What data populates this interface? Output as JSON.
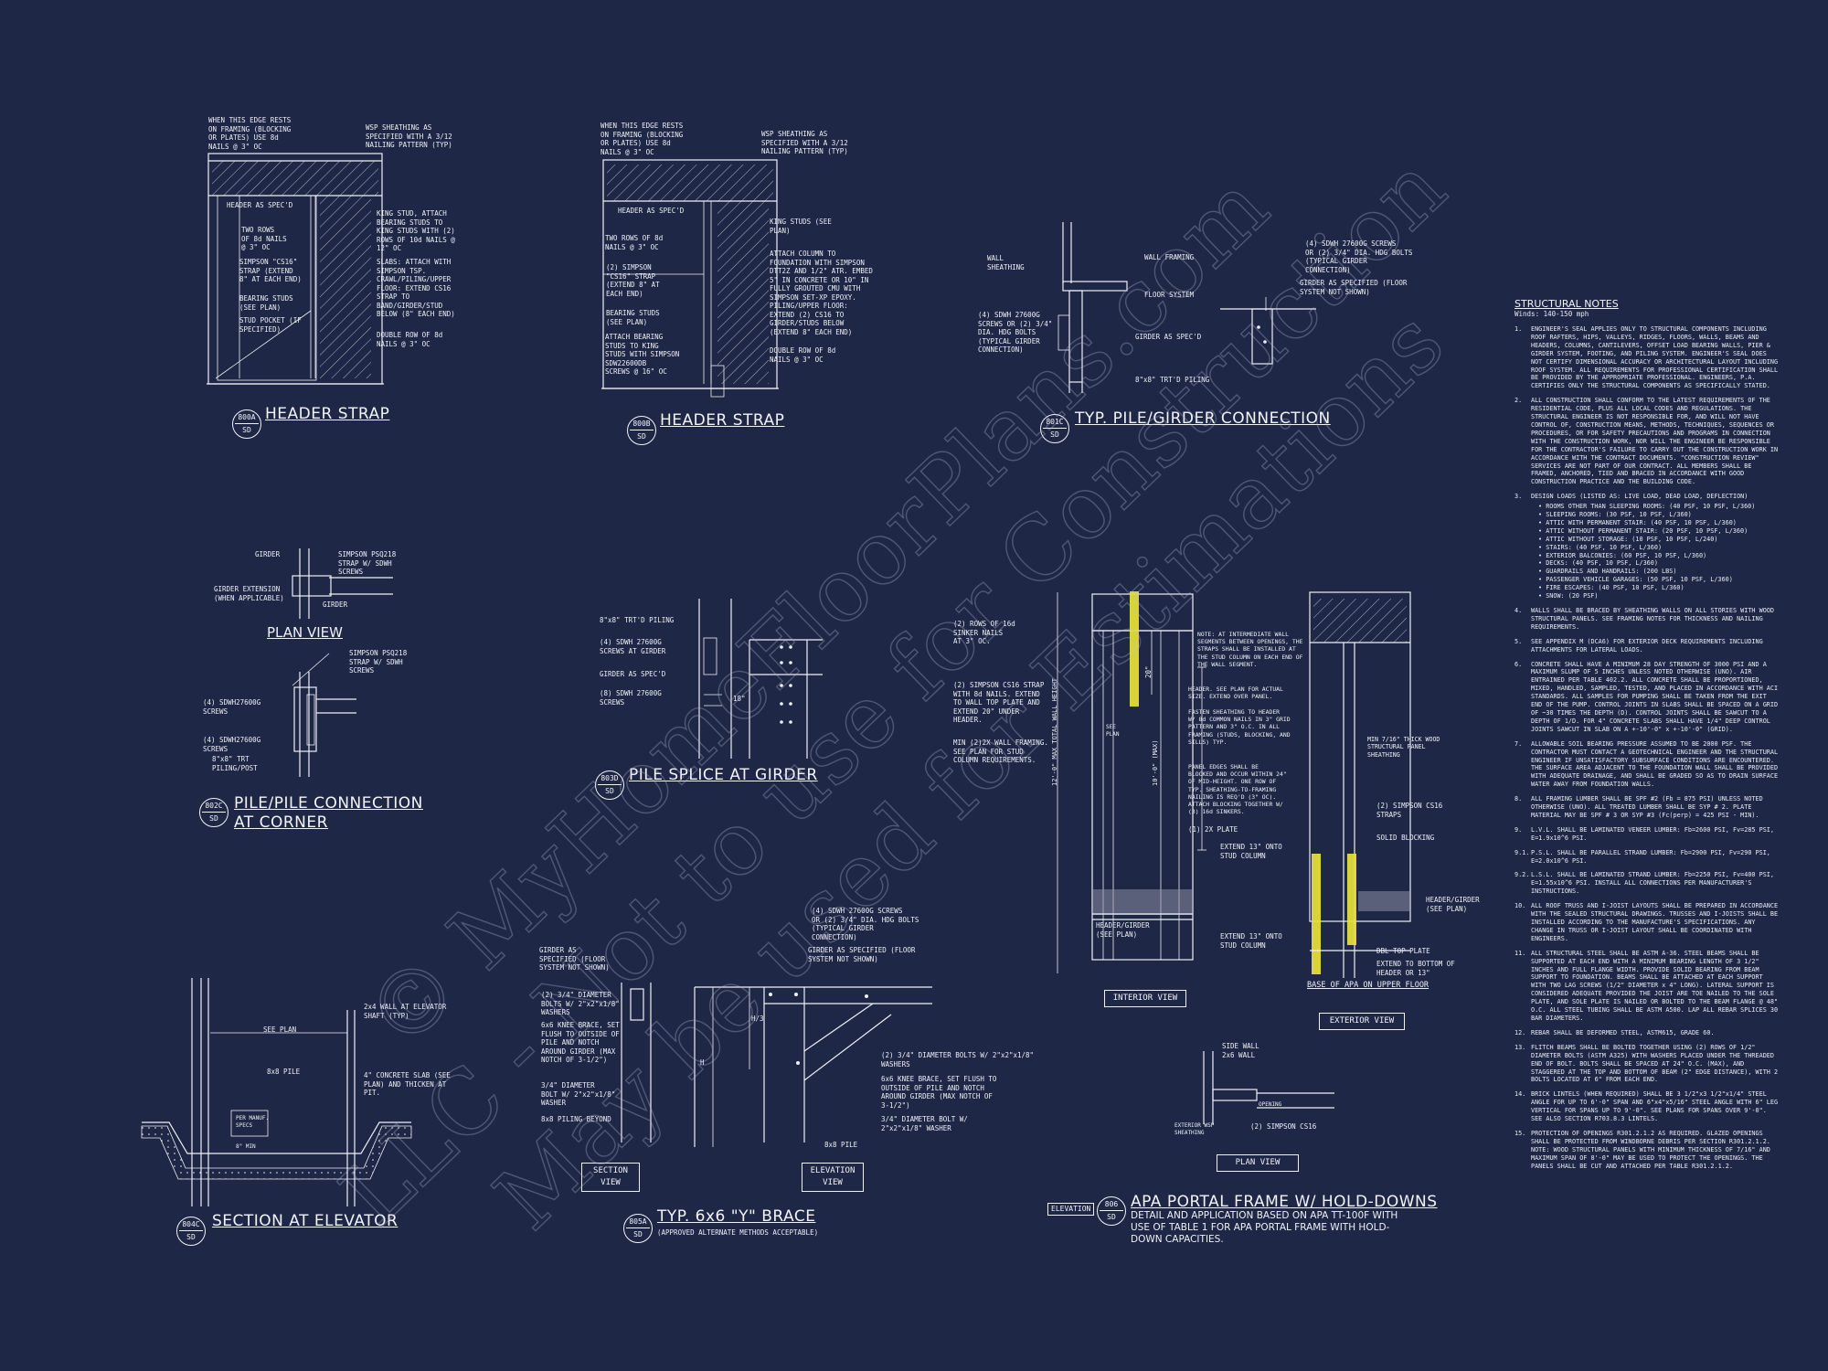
{
  "colors": {
    "background": "#1f2746",
    "linework": "#eef1f7",
    "highlight": "#e8e23a",
    "watermark": "#b4bdd6"
  },
  "watermark": {
    "lines": [
      "© MyHomeFloorPlans.com",
      "LLC - Not to use for Construction",
      "May be used for Estimations"
    ]
  },
  "details": {
    "d800a": {
      "title": "HEADER STRAP",
      "num": "800A",
      "sheet": "SD",
      "callouts": [
        "WHEN THIS EDGE RESTS\nON FRAMING (BLOCKING\nOR PLATES) USE 8d\nNAILS @ 3\" OC",
        "WSP SHEATHING AS\nSPECIFIED WITH A 3/12\nNAILING PATTERN (TYP)",
        "HEADER AS SPEC'D",
        "TWO ROWS\nOF 8d NAILS\n@ 3\" OC",
        "SIMPSON \"CS16\"\nSTRAP (EXTEND\n8\" AT EACH END)",
        "BEARING STUDS\n(SEE PLAN)",
        "STUD POCKET (IF\nSPECIFIED)",
        "KING STUD, ATTACH\nBEARING STUDS TO\nKING STUDS WITH (2)\nROWS OF 10d NAILS @\n12\" OC",
        "SLABS: ATTACH WITH\nSIMPSON TSP.\nCRAWL/PILING/UPPER\nFLOOR: EXTEND CS16\nSTRAP TO\nBAND/GIRDER/STUD\nBELOW (8\" EACH END)",
        "DOUBLE ROW OF 8d\nNAILS @ 3\" OC"
      ]
    },
    "d800b": {
      "title": "HEADER STRAP",
      "num": "800B",
      "sheet": "SD",
      "callouts": [
        "WHEN THIS EDGE RESTS\nON FRAMING (BLOCKING\nOR PLATES) USE 8d\nNAILS @ 3\" OC",
        "WSP SHEATHING AS\nSPECIFIED WITH A 3/12\nNAILING PATTERN (TYP)",
        "HEADER AS SPEC'D",
        "TWO ROWS OF 8d\nNAILS @ 3\" OC",
        "(2) SIMPSON\n\"CS16\" STRAP\n(EXTEND 8\" AT\nEACH END)",
        "BEARING STUDS\n(SEE PLAN)",
        "ATTACH BEARING\nSTUDS TO KING\nSTUDS WITH SIMPSON\nSDW22600DB\nSCREWS @ 16\" OC",
        "KING STUDS (SEE\nPLAN)",
        "ATTACH COLUMN TO\nFOUNDATION WITH SIMPSON\nDTT2Z AND 1/2\" ATR. EMBED\n5\" IN CONCRETE OR 10\" IN\nFULLY GROUTED CMU WITH\nSIMPSON SET-XP EPOXY.\nPILING/UPPER FLOOR:\nEXTEND (2) CS16 TO\nGIRDER/STUDS BELOW\n(EXTEND 8\" EACH END)",
        "DOUBLE ROW OF 8d\nNAILS @ 3\" OC"
      ]
    },
    "d801c": {
      "title": "TYP. PILE/GIRDER CONNECTION",
      "num": "801C",
      "sheet": "SD",
      "callouts": [
        "WALL\nSHEATHING",
        "WALL FRAMING",
        "FLOOR SYSTEM",
        "(4) SDWH 27600G\nSCREWS OR (2) 3/4\"\nDIA. HDG BOLTS\n(TYPICAL GIRDER\nCONNECTION)",
        "GIRDER AS SPEC'D",
        "8\"x8\" TRT'D PILING",
        "(4) SDWH 27600G SCREWS\nOR (2) 3/4\" DIA. HDG BOLTS\n(TYPICAL GIRDER\nCONNECTION)",
        "GIRDER AS SPECIFIED (FLOOR\nSYSTEM NOT SHOWN)"
      ]
    },
    "d802c": {
      "title": "PILE/PILE CONNECTION\nAT CORNER",
      "num": "802C",
      "sheet": "SD",
      "subtitle": "PLAN VIEW",
      "callouts": [
        "GIRDER",
        "SIMPSON PSQ218\nSTRAP W/ SDWH\nSCREWS",
        "GIRDER EXTENSION\n(WHEN APPLICABLE)",
        "GIRDER",
        "SIMPSON PSQ218\nSTRAP W/ SDWH\nSCREWS",
        "(4) SDWH27600G\nSCREWS",
        "(4) SDWH27600G\nSCREWS",
        "8\"x8\" TRT\nPILING/POST"
      ]
    },
    "d803d": {
      "title": "PILE SPLICE AT GIRDER",
      "num": "803D",
      "sheet": "SD",
      "callouts": [
        "8\"x8\" TRT'D PILING",
        "(4) SDWH 27600G\nSCREWS AT GIRDER",
        "GIRDER AS SPEC'D",
        "(8) SDWH 27600G\nSCREWS",
        "18\""
      ]
    },
    "d804c": {
      "title": "SECTION AT ELEVATOR",
      "num": "804C",
      "sheet": "SD",
      "callouts": [
        "2x4 WALL AT ELEVATOR\nSHAFT (TYP)",
        "SEE PLAN",
        "8x8 PILE",
        "4\" CONCRETE SLAB (SEE\nPLAN) AND THICKEN AT\nPIT.",
        "PER MANUF.\nSPECS",
        "8\" MIN"
      ]
    },
    "d805a": {
      "title": "TYP. 6x6 \"Y\" BRACE",
      "num": "805A",
      "sheet": "SD",
      "subtitle": "(APPROVED ALTERNATE METHODS ACCEPTABLE)",
      "boxes": [
        "SECTION\nVIEW",
        "ELEVATION\nVIEW"
      ],
      "callouts": [
        "GIRDER AS\nSPECIFIED (FLOOR\nSYSTEM NOT SHOWN)",
        "(2) 3/4\" DIAMETER\nBOLTS W/ 2\"x2\"x1/8\"\nWASHERS",
        "6x6 KNEE BRACE, SET\nFLUSH TO OUTSIDE OF\nPILE AND NOTCH\nAROUND GIRDER (MAX\nNOTCH OF 3-1/2\")",
        "3/4\" DIAMETER\nBOLT W/ 2\"x2\"x1/8\"\nWASHER",
        "8x8 PILING BEYOND",
        "(4) SDWH 27600G SCREWS\nOR (2) 3/4\" DIA. HDG BOLTS\n(TYPICAL GIRDER\nCONNECTION)",
        "GIRDER AS SPECIFIED (FLOOR\nSYSTEM NOT SHOWN)",
        "(2) 3/4\" DIAMETER BOLTS W/ 2\"x2\"x1/8\"\nWASHERS",
        "6x6 KNEE BRACE, SET FLUSH TO\nOUTSIDE OF PILE AND NOTCH\nAROUND GIRDER (MAX NOTCH OF\n3-1/2\")",
        "3/4\" DIAMETER BOLT W/\n2\"x2\"x1/8\" WASHER",
        "8x8 PILE",
        "H/3",
        "H"
      ]
    },
    "d806": {
      "title": "APA PORTAL FRAME W/ HOLD-DOWNS",
      "num": "806",
      "sheet": "SD",
      "prefix": "ELEVATION",
      "description": "DETAIL AND APPLICATION BASED ON APA TT-100F WITH USE OF TABLE 1 FOR APA PORTAL FRAME WITH HOLD-DOWN CAPACITIES.",
      "boxes": [
        "INTERIOR VIEW",
        "EXTERIOR VIEW",
        "PLAN VIEW"
      ],
      "base_label": "BASE OF APA ON UPPER FLOOR",
      "callouts": [
        "(2) ROWS OF 16d\nSINKER NAILS\nAT 3\" OC.",
        "NOTE: AT INTERMEDIATE WALL\nSEGMENTS BETWEEN OPENINGS, THE\nSTRAPS SHALL BE INSTALLED AT\nTHE STUD COLUMN ON EACH END OF\nTHE WALL SEGMENT.",
        "(2) SIMPSON CS16 STRAP\nWITH 8d NAILS. EXTEND\nTO WALL TOP PLATE AND\nEXTEND 20\" UNDER\nHEADER.",
        "HEADER. SEE PLAN FOR ACTUAL\nSIZE. EXTEND OVER PANEL.",
        "FASTEN SHEATHING TO HEADER\nW/ 8d COMMON NAILS IN 3\" GRID\nPATTERN AND 3\" O.C. IN ALL\nFRAMING (STUDS, BLOCKING, AND\nSILLS) TYP.",
        "MIN (2)2X WALL FRAMING.\nSEE PLAN FOR STUD\nCOLUMN REQUIREMENTS.",
        "PANEL EDGES SHALL BE\nBLOCKED AND OCCUR WITHIN 24\"\nOF MID-HEIGHT. ONE ROW OF\nTYP. SHEATHING-TO-FRAMING\nNAILING IS REQ'D (3\" OC).\nATTACH BLOCKING TOGETHER W/\n(3) 16d SINKERS.",
        "(1) 2X PLATE",
        "EXTEND 13\" ONTO\nSTUD COLUMN",
        "HEADER/GIRDER\n(SEE PLAN)",
        "EXTEND 13\" ONTO\nSTUD COLUMN",
        "MIN 7/16\" THICK WOOD\nSTRUCTURAL PANEL\nSHEATHING",
        "(2) SIMPSON CS16\nSTRAPS",
        "SOLID BLOCKING",
        "HEADER/GIRDER\n(SEE PLAN)",
        "DBL TOP PLATE",
        "EXTEND TO BOTTOM OF\nHEADER OR 13\"",
        "SIDE WALL\n2x6 WALL",
        "OPENING",
        "EXTERIOR WSP\nSHEATHING",
        "(2) SIMPSON CS16",
        "12'-0\" MAX TOTAL WALL HEIGHT",
        "10'-0\" (MAX)",
        "20\"",
        "SEE\nPLAN"
      ]
    }
  },
  "structural_notes": {
    "title": "STRUCTURAL NOTES",
    "winds": "Winds: 140-150 mph",
    "items": [
      {
        "n": "1.",
        "text": "ENGINEER'S SEAL APPLIES ONLY TO STRUCTURAL COMPONENTS INCLUDING ROOF RAFTERS, HIPS, VALLEYS, RIDGES, FLOORS, WALLS, BEAMS AND HEADERS, COLUMNS, CANTILEVERS, OFFSET LOAD BEARING WALLS, PIER & GIRDER SYSTEM, FOOTING, AND PILING SYSTEM. ENGINEER'S SEAL DOES NOT CERTIFY DIMENSIONAL ACCURACY OR ARCHITECTURAL LAYOUT INCLUDING ROOF SYSTEM. ALL REQUIREMENTS FOR PROFESSIONAL CERTIFICATION SHALL BE PROVIDED BY THE APPROPRIATE PROFESSIONAL. ENGINEERS, P.A. CERTIFIES ONLY THE STRUCTURAL COMPONENTS AS SPECIFICALLY STATED."
      },
      {
        "n": "2.",
        "text": "ALL CONSTRUCTION SHALL CONFORM TO THE LATEST REQUIREMENTS OF THE RESIDENTIAL CODE, PLUS ALL LOCAL CODES AND REGULATIONS. THE STRUCTURAL ENGINEER IS NOT RESPONSIBLE FOR, AND WILL NOT HAVE CONTROL OF, CONSTRUCTION MEANS, METHODS, TECHNIQUES, SEQUENCES OR PROCEDURES, OR FOR SAFETY PRECAUTIONS AND PROGRAMS IN CONNECTION WITH THE CONSTRUCTION WORK, NOR WILL THE ENGINEER BE RESPONSIBLE FOR THE CONTRACTOR'S FAILURE TO CARRY OUT THE CONSTRUCTION WORK IN ACCORDANCE WITH THE CONTRACT DOCUMENTS. \"CONSTRUCTION REVIEW\" SERVICES ARE NOT PART OF OUR CONTRACT. ALL MEMBERS SHALL BE FRAMED, ANCHORED, TIED AND BRACED IN ACCORDANCE WITH GOOD CONSTRUCTION PRACTICE AND THE BUILDING CODE."
      },
      {
        "n": "3.",
        "text": "DESIGN LOADS (LISTED AS: LIVE LOAD, DEAD LOAD, DEFLECTION)",
        "list": [
          "ROOMS OTHER THAN SLEEPING ROOMS: (40 PSF, 10 PSF, L/360)",
          "SLEEPING ROOMS: (30 PSF, 10 PSF, L/360)",
          "ATTIC WITH PERMANENT STAIR: (40 PSF, 10 PSF, L/360)",
          "ATTIC WITHOUT PERMANENT STAIR: (20 PSF, 10 PSF, L/360)",
          "ATTIC WITHOUT STORAGE: (10 PSF, 10 PSF, L/240)",
          "STAIRS: (40 PSF, 10 PSF, L/360)",
          "EXTERIOR BALCONIES: (60 PSF, 10 PSF, L/360)",
          "DECKS: (40 PSF, 10 PSF, L/360)",
          "GUARDRAILS AND HANDRAILS: (200 LBS)",
          "PASSENGER VEHICLE GARAGES: (50 PSF, 10 PSF, L/360)",
          "FIRE ESCAPES: (40 PSF, 10 PSF, L/360)",
          "SNOW: (20 PSF)"
        ]
      },
      {
        "n": "4.",
        "text": "WALLS SHALL BE BRACED BY SHEATHING WALLS ON ALL STORIES WITH WOOD STRUCTURAL PANELS. SEE FRAMING NOTES FOR THICKNESS AND NAILING REQUIREMENTS."
      },
      {
        "n": "5.",
        "text": "SEE APPENDIX M (DCA6) FOR EXTERIOR DECK REQUIREMENTS INCLUDING ATTACHMENTS FOR LATERAL LOADS."
      },
      {
        "n": "6.",
        "text": "CONCRETE SHALL HAVE A MINIMUM 28 DAY STRENGTH OF 3000 PSI AND A MAXIMUM SLUMP OF 5 INCHES UNLESS NOTED OTHERWISE (UNO). AIR ENTRAINED PER TABLE 402.2. ALL CONCRETE SHALL BE PROPORTIONED, MIXED, HANDLED, SAMPLED, TESTED, AND PLACED IN ACCORDANCE WITH ACI STANDARDS. ALL SAMPLES FOR PUMPING SHALL BE TAKEN FROM THE EXIT END OF THE PUMP. CONTROL JOINTS IN SLABS SHALL BE SPACED ON A GRID OF ~30 TIMES THE DEPTH (D). CONTROL JOINTS SHALL BE SAWCUT TO A DEPTH OF 1/D. FOR 4\" CONCRETE SLABS SHALL HAVE 1/4\" DEEP CONTROL JOINTS SAWCUT IN SLAB ON A +-10'-0\" x +-10'-0\" (GRID)."
      },
      {
        "n": "7.",
        "text": "ALLOWABLE SOIL BEARING PRESSURE ASSUMED TO BE 2000 PSF. THE CONTRACTOR MUST CONTACT A GEOTECHNICAL ENGINEER AND THE STRUCTURAL ENGINEER IF UNSATISFACTORY SUBSURFACE CONDITIONS ARE ENCOUNTERED. THE SURFACE AREA ADJACENT TO THE FOUNDATION WALL SHALL BE PROVIDED WITH ADEQUATE DRAINAGE, AND SHALL BE GRADED SO AS TO DRAIN SURFACE WATER AWAY FROM FOUNDATION WALLS."
      },
      {
        "n": "8.",
        "text": "ALL FRAMING LUMBER SHALL BE SPF #2 (Fb = 875 PSI) UNLESS NOTED OTHERWISE (UNO). ALL TREATED LUMBER SHALL BE SYP # 2. PLATE MATERIAL MAY BE SPF # 3 OR SYP #3 (Fc(perp) = 425 PSI - MIN)."
      },
      {
        "n": "9.",
        "text": "L.V.L. SHALL BE LAMINATED VENEER LUMBER: Fb=2600 PSI, Fv=285 PSI, E=1.9x10^6 PSI."
      },
      {
        "n": "9.1.",
        "text": "P.S.L. SHALL BE PARALLEL STRAND LUMBER: Fb=2900 PSI, Fv=290 PSI, E=2.0x10^6 PSI."
      },
      {
        "n": "9.2.",
        "text": "L.S.L. SHALL BE LAMINATED STRAND LUMBER: Fb=2250 PSI, Fv=400 PSI, E=1.55x10^6 PSI. INSTALL ALL CONNECTIONS PER MANUFACTURER'S INSTRUCTIONS."
      },
      {
        "n": "10.",
        "text": "ALL ROOF TRUSS AND I-JOIST LAYOUTS SHALL BE PREPARED IN ACCORDANCE WITH THE SEALED STRUCTURAL DRAWINGS. TRUSSES AND I-JOISTS SHALL BE INSTALLED ACCORDING TO THE MANUFACTURE'S SPECIFICATIONS. ANY CHANGE IN TRUSS OR I-JOIST LAYOUT SHALL BE COORDINATED WITH ENGINEERS."
      },
      {
        "n": "11.",
        "text": "ALL STRUCTURAL STEEL SHALL BE ASTM A-36. STEEL BEAMS SHALL BE SUPPORTED AT EACH END WITH A MINIMUM BEARING LENGTH OF 3 1/2\" INCHES AND FULL FLANGE WIDTH. PROVIDE SOLID BEARING FROM BEAM SUPPORT TO FOUNDATION. BEAMS SHALL BE ATTACHED AT EACH SUPPORT WITH TWO LAG SCREWS (1/2\" DIAMETER x 4\" LONG). LATERAL SUPPORT IS CONSIDERED ADEQUATE PROVIDED THE JOIST ARE TOE NAILED TO THE SOLE PLATE, AND SOLE PLATE IS NAILED OR BOLTED TO THE BEAM FLANGE @ 48\" O.C. ALL STEEL TUBING SHALL BE ASTM A500. LAP ALL REBAR SPLICES 30 BAR DIAMETERS."
      },
      {
        "n": "12.",
        "text": "REBAR SHALL BE DEFORMED STEEL, ASTM615, GRADE 60."
      },
      {
        "n": "13.",
        "text": "FLITCH BEAMS SHALL BE BOLTED TOGETHER USING (2) ROWS OF 1/2\" DIAMETER BOLTS (ASTM A325) WITH WASHERS PLACED UNDER THE THREADED END OF BOLT. BOLTS SHALL BE SPACED AT 24\" O.C. (MAX), AND STAGGERED AT THE TOP AND BOTTOM OF BEAM (2\" EDGE DISTANCE), WITH 2 BOLTS LOCATED AT 6\" FROM EACH END."
      },
      {
        "n": "14.",
        "text": "BRICK LINTELS (WHEN REQUIRED) SHALL BE 3 1/2\"x3 1/2\"x1/4\" STEEL ANGLE FOR UP TO 6'-0\" SPAN AND 6\"x4\"x5/16\" STEEL ANGLE WITH 6\" LEG VERTICAL FOR SPANS UP TO 9'-0\". SEE PLANS FOR SPANS OVER 9'-0\". SEE ALSO SECTION R703.8.3 LINTELS."
      },
      {
        "n": "15.",
        "text": "PROTECTION OF OPENINGS R301.2.1.2 AS REQUIRED. GLAZED OPENINGS SHALL BE PROTECTED FROM WINDBORNE DEBRIS PER SECTION R301.2.1.2. NOTE: WOOD STRUCTURAL PANELS WITH MINIMUM THICKNESS OF 7/16\" AND MAXIMUM SPAN OF 8'-0\" MAY BE USED TO PROTECT THE OPENINGS. THE PANELS SHALL BE CUT AND ATTACHED PER TABLE R301.2.1.2."
      }
    ]
  }
}
